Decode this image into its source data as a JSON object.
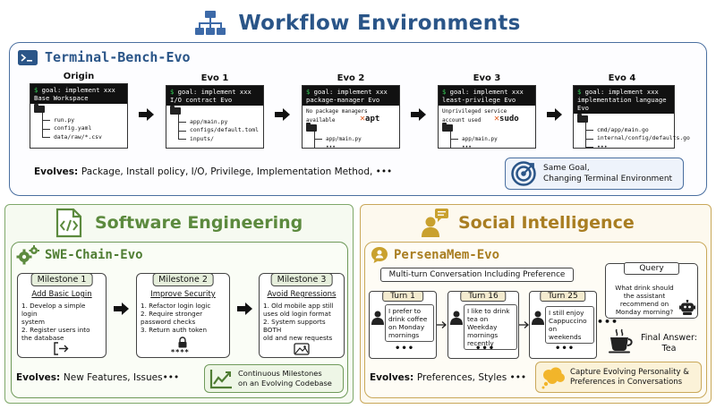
{
  "header": {
    "title": "Workflow Environments"
  },
  "terminal": {
    "title": "Terminal-Bench-Evo",
    "stages": [
      {
        "label": "Origin",
        "goal": "goal: implement xxx",
        "sub": "Base Workspace",
        "files": [
          "run.py",
          "config.yaml",
          "data/raw/*.csv"
        ],
        "issue": "",
        "tool": ""
      },
      {
        "label": "Evo 1",
        "goal": "goal: implement xxx",
        "sub": "I/O contract Evo",
        "files": [
          "app/main.py",
          "configs/default.toml",
          "inputs/"
        ],
        "issue": "",
        "tool": ""
      },
      {
        "label": "Evo 2",
        "goal": "goal: implement xxx",
        "sub": "package-manager Evo",
        "files": [
          "app/main.py",
          "•••"
        ],
        "issue": "No package managers available",
        "tool": "apt"
      },
      {
        "label": "Evo 3",
        "goal": "goal: implement xxx",
        "sub": "least-privilege Evo",
        "files": [
          "app/main.py",
          "•••"
        ],
        "issue": "Unprivileged service account used",
        "tool": "sudo"
      },
      {
        "label": "Evo 4",
        "goal": "goal: implement xxx",
        "sub": "implementation language Evo",
        "files": [
          "cmd/app/main.go",
          "internal/config/defaults.go",
          "•••"
        ],
        "issue": "",
        "tool": ""
      }
    ],
    "evolves_label": "Evolves",
    "evolves_text": "Package, Install policy, I/O, Privilege, Implementation Method, •••",
    "goal_line1": "Same Goal,",
    "goal_line2": "Changing Terminal Environment"
  },
  "software": {
    "title": "Software Engineering",
    "subtitle": "SWE-Chain-Evo",
    "milestones": [
      {
        "label": "Milestone 1",
        "title": "Add Basic Login",
        "lines": [
          "1. Develop a simple login",
          "system",
          "2. Register users into",
          "the database"
        ]
      },
      {
        "label": "Milestone 2",
        "title": "Improve Security",
        "lines": [
          "1. Refactor login logic",
          "2. Require stronger",
          "password checks",
          "3. Return auth token"
        ],
        "extra": "****"
      },
      {
        "label": "Milestone 3",
        "title": "Avoid Regressions",
        "lines": [
          "1. Old mobile app still",
          "uses old login format",
          "2. System supports BOTH",
          "old and new requests"
        ]
      }
    ],
    "evolves_label": "Evolves",
    "evolves_text": "New Features, Issues•••",
    "cm_line1": "Continuous Milestones",
    "cm_line2": "on an Evolving Codebase"
  },
  "social": {
    "title": "Social Intelligence",
    "subtitle": "PersenaMem-Evo",
    "multi": "Multi-turn Conversation Including Preference",
    "turns": [
      {
        "label": "Turn 1",
        "text": [
          "I prefer to",
          "drink coffee",
          "on Monday",
          "mornings"
        ]
      },
      {
        "label": "Turn 16",
        "text": [
          "I like to drink",
          "tea on Weekday",
          "mornings",
          "recently"
        ]
      },
      {
        "label": "Turn 25",
        "text": [
          "I still enjoy",
          "Cappuccino",
          "on weekends"
        ]
      }
    ],
    "dots": "•••",
    "query_label": "Query",
    "query_text": [
      "What drink should",
      "the assistant",
      "recommend on",
      "Monday morning?"
    ],
    "answer_line1": "Final Answer:",
    "answer_line2": "Tea",
    "evolves_label": "Evolves",
    "evolves_text": "Preferences, Styles •••",
    "cap_line1": "Capture Evolving Personality &",
    "cap_line2": "Preferences in Conversations"
  }
}
